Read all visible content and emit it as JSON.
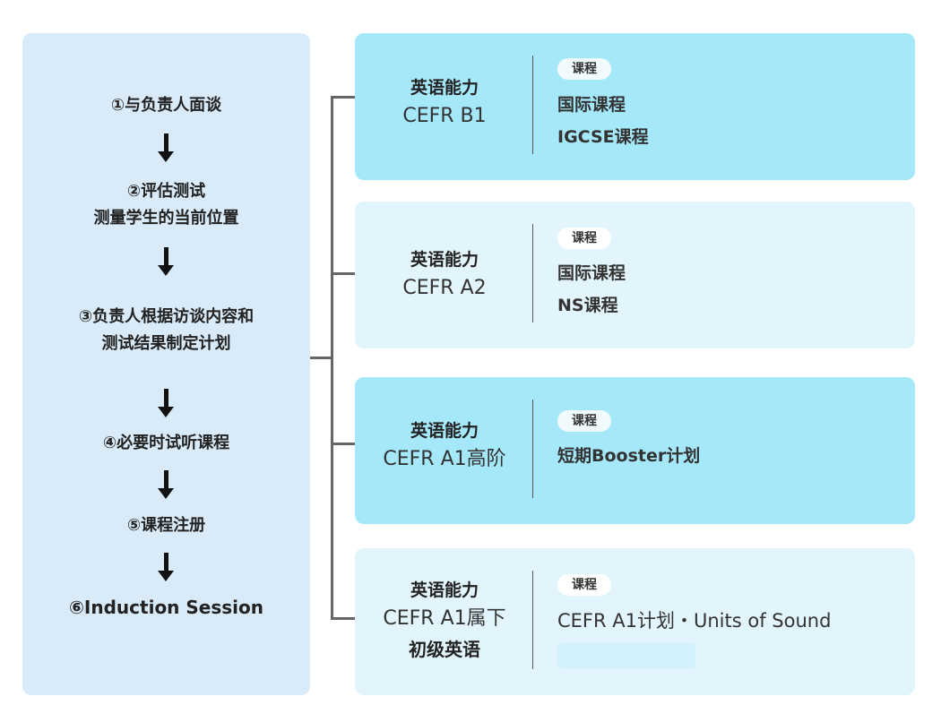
{
  "steps": [
    {
      "lines": [
        "①与负责人面谈"
      ]
    },
    {
      "lines": [
        "②评估测试",
        "测量学生的当前位置"
      ]
    },
    {
      "lines": [
        "③负责人根据访谈内容和",
        "测试结果制定计划"
      ]
    },
    {
      "lines": [
        "④必要时试听课程"
      ]
    },
    {
      "lines": [
        "⑤课程注册"
      ]
    },
    {
      "lines": [
        "⑥Induction Session"
      ]
    }
  ],
  "cards": [
    {
      "label": "英语能力",
      "level": "CEFR B1",
      "badge": "课程",
      "courses": [
        "国际课程",
        "IGCSE课程"
      ]
    },
    {
      "label": "英语能力",
      "level": "CEFR A2",
      "badge": "课程",
      "courses": [
        "国际课程",
        "NS课程"
      ]
    },
    {
      "label": "英语能力",
      "level": "CEFR A1高阶",
      "badge": "课程",
      "courses": [
        "短期Booster计划"
      ]
    },
    {
      "label": "英语能力",
      "level": "CEFR A1属下",
      "level_sub": "初级英语",
      "badge": "课程",
      "courses": [
        "CEFR A1计划・Units of Sound"
      ]
    }
  ],
  "colors": {
    "left_panel": "#d9ebf8",
    "card_dark": "#a5e8fa",
    "card_light": "#e2f5fc",
    "connector": "#666666"
  }
}
